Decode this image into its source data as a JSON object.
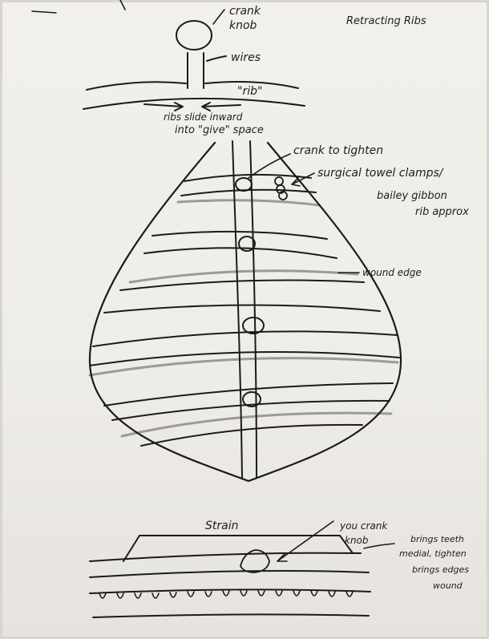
{
  "page": {
    "title": "Retracting Ribs"
  },
  "top_labels": {
    "crank_knob_line1": "crank",
    "crank_knob_line2": "knob",
    "wires": "wires",
    "rib": "\"rib\"",
    "slide_line1": "ribs slide inward",
    "slide_line2": "into \"give\" space"
  },
  "main_labels": {
    "crank_to_tighten": "crank to tighten",
    "clamps_line1": "surgical towel clamps/",
    "clamps_line2": "bailey gibbon",
    "clamps_line3": "rib approx",
    "wound_edge": "wound edge"
  },
  "bottom_labels": {
    "strain": "Strain",
    "crank_note_line1": "you crank",
    "crank_note_line2": "knob",
    "side_note_line1": "brings teeth",
    "side_note_line2": "medial, tighten",
    "side_note_line3": "brings edges",
    "side_note_line4": "wound"
  }
}
